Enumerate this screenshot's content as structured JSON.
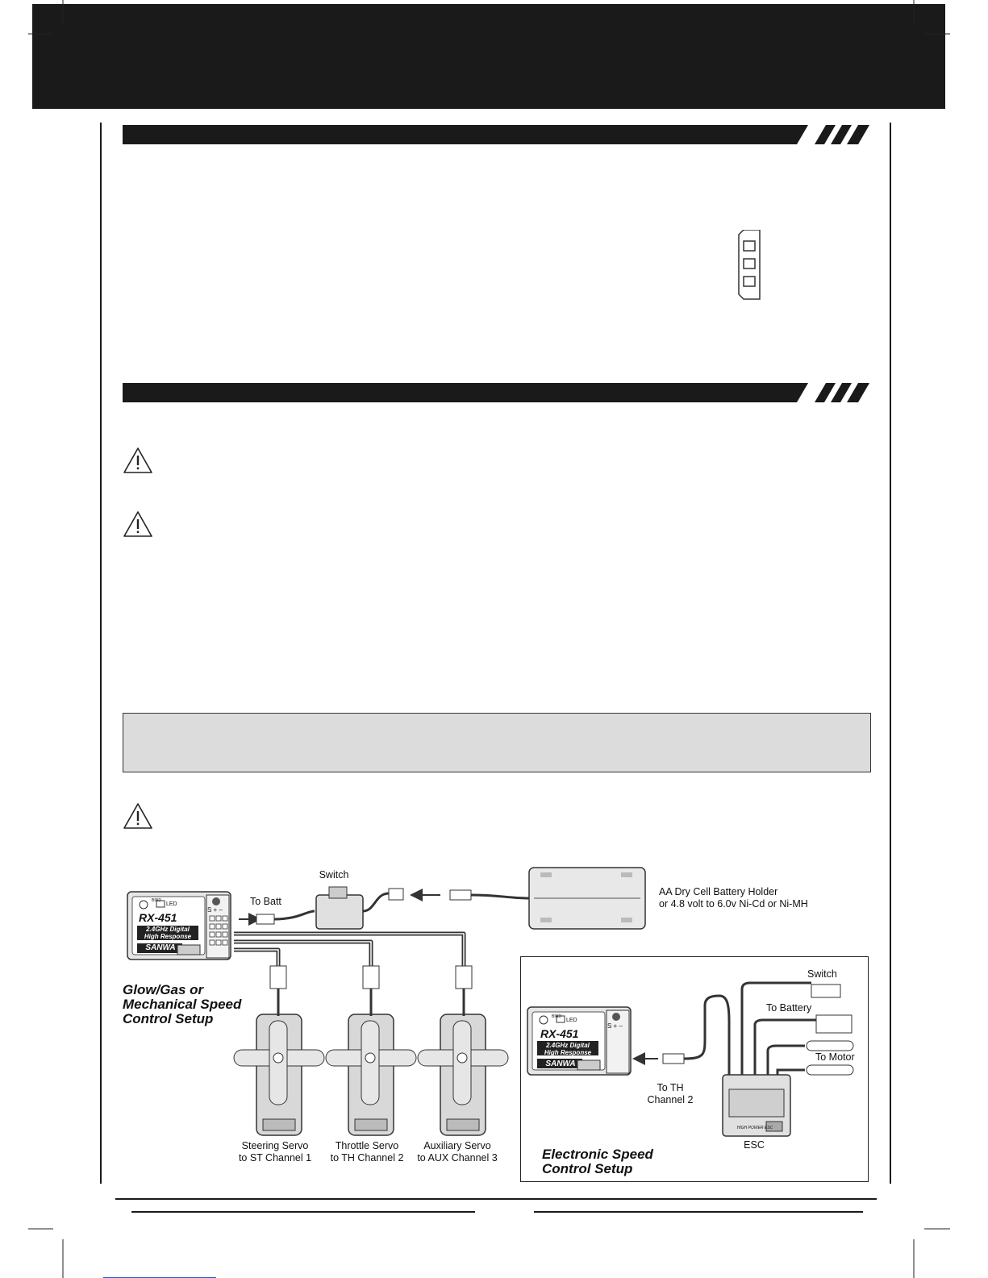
{
  "diagram": {
    "switch_top_label": "Switch",
    "to_batt_label": "To Batt",
    "battery_holder_label_line1": "AA Dry Cell Battery Holder",
    "battery_holder_label_line2": "or 4.8 volt to 6.0v Ni-Cd or Ni-MH",
    "receiver_model": "RX-451",
    "receiver_line1": "2.4GHz Digital",
    "receiver_line2": "High Response",
    "receiver_brand": "SANWA",
    "receiver_led": "LED",
    "receiver_bind": "BIND",
    "receiver_pins": "S + –",
    "glow_title_line1": "Glow/Gas or",
    "glow_title_line2": "Mechanical Speed",
    "glow_title_line3": "Control Setup",
    "steering_label_line1": "Steering Servo",
    "steering_label_line2": "to ST Channel 1",
    "throttle_label_line1": "Throttle Servo",
    "throttle_label_line2": "to TH Channel 2",
    "aux_label_line1": "Auxiliary Servo",
    "aux_label_line2": "to AUX Channel 3",
    "esc_switch_label": "Switch",
    "esc_to_battery_label": "To Battery",
    "esc_to_motor_label": "To Motor",
    "esc_to_th_line1": "To TH",
    "esc_to_th_line2": "Channel 2",
    "esc_label": "ESC",
    "esc_body_text": "HIGH POWER ESC",
    "esc_title_line1": "Electronic Speed",
    "esc_title_line2": "Control Setup"
  }
}
